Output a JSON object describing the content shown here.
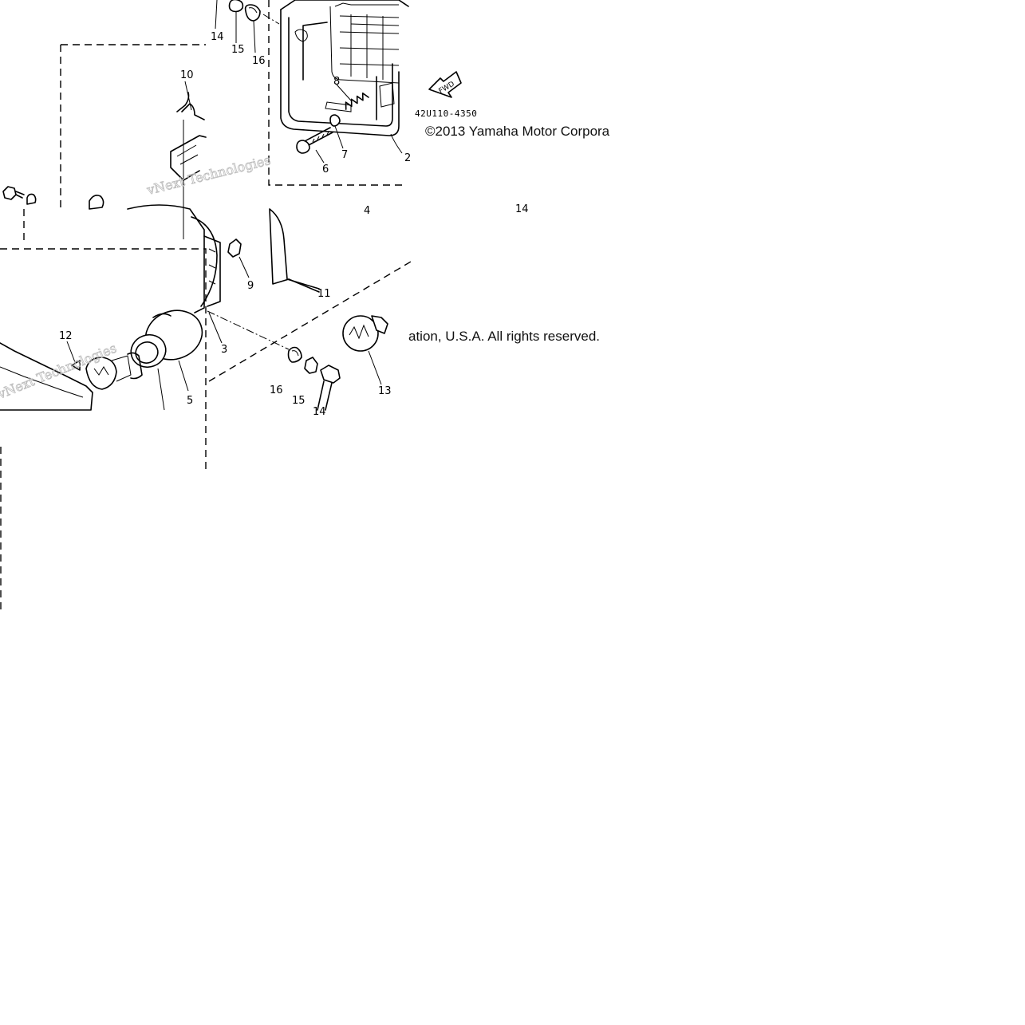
{
  "diagram": {
    "part_code": "42U110-4350",
    "fwd_label": "FWD",
    "copyright_part1": "©2013 Yamaha Motor Corpora",
    "copyright_part2": "ation, U.S.A. All rights reserved.",
    "watermark": "vNext Technologies",
    "callouts": {
      "c2": "2",
      "c3": "3",
      "c4": "4",
      "c5": "5",
      "c6": "6",
      "c7": "7",
      "c8": "8",
      "c9": "9",
      "c10": "10",
      "c11": "11",
      "c12": "12",
      "c13": "13",
      "c14_top": "14",
      "c14_mid": "14",
      "c14_bottom": "14",
      "c15_top": "15",
      "c15_bottom": "15",
      "c16_top": "16",
      "c16_bottom": "16"
    }
  }
}
